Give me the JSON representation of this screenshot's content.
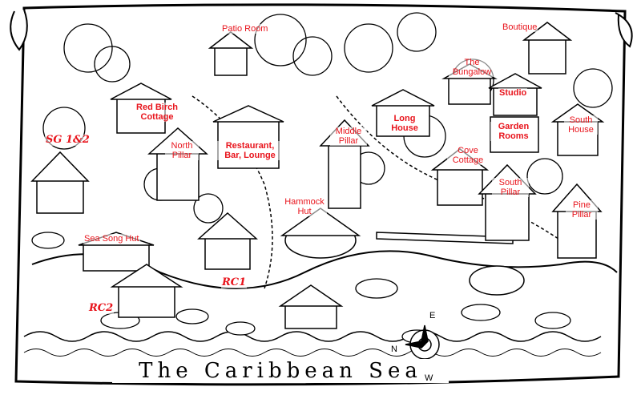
{
  "map_labels": {
    "patio_room": "Patio Room",
    "boutique": "Boutique",
    "the_bungalow": "The Bungalow",
    "studio": "Studio",
    "red_birch_cottage": "Red Birch Cottage",
    "long_house": "Long House",
    "garden_rooms": "Garden Rooms",
    "south_house": "South House",
    "middle_pillar": "Middle Pillar",
    "sg_1_2": "SG 1&2",
    "north_pillar": "North Pillar",
    "restaurant_bar_lounge": "Restaurant, Bar, Lounge",
    "cove_cottage": "Cove Cottage",
    "south_pillar": "South Pillar",
    "hammock_hut": "Hammock Hut",
    "pine_pillar": "Pine Pillar",
    "sea_song_hut": "Sea Song Hut",
    "rc1": "RC1",
    "rc2": "RC2"
  },
  "map_title": "The Caribbean Sea",
  "compass": {
    "east": "E",
    "north": "N",
    "west": "W"
  },
  "colors": {
    "label_red": "#e8141c",
    "ink": "#000000",
    "paper": "#ffffff"
  }
}
